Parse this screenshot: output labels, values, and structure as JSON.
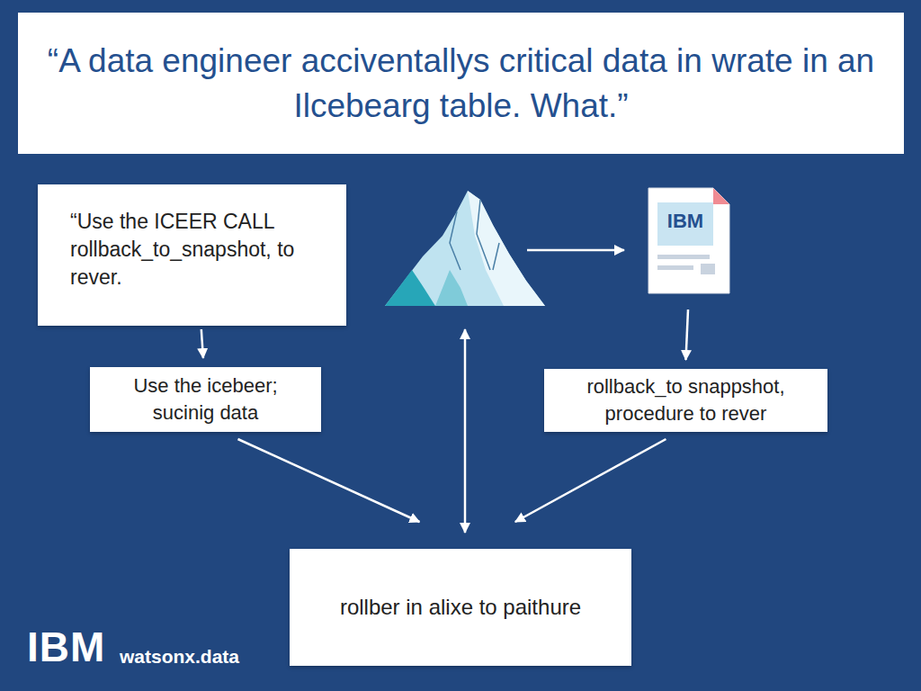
{
  "diagram": {
    "title": "“A data engineer acciventallys critical data in wrate in an Ilcebearg table. What.”",
    "nodes": [
      {
        "text": [
          "“Use the ICEER CALL rollback_to_snapshot, to rever."
        ]
      },
      {
        "text": [
          "Use the icebeer; sucinig data"
        ]
      },
      {
        "text": [
          "IBM"
        ]
      },
      {
        "text": [
          "rollback_to snappshot, procedure to rever"
        ]
      },
      {
        "text": [
          "rollber in alixe to paithure"
        ]
      }
    ],
    "edges": [
      {
        "from": 0,
        "to": 1,
        "arrow": "to"
      },
      {
        "from": 2,
        "to": 3,
        "arrow": "to"
      },
      {
        "from": 1,
        "to": 4,
        "arrow": "to"
      },
      {
        "from": 3,
        "to": 4,
        "arrow": "to"
      }
    ],
    "labels": [
      "IBM",
      "watsonx.data"
    ]
  }
}
